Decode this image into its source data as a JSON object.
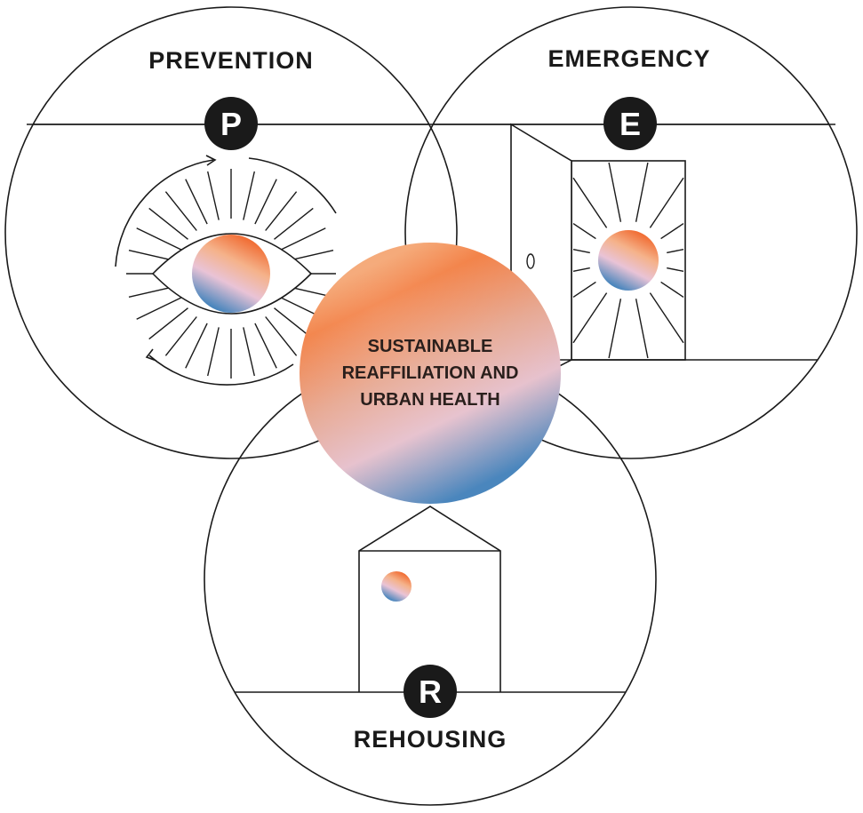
{
  "diagram": {
    "circles": {
      "prevention": {
        "title": "PREVENTION",
        "badge": "P"
      },
      "emergency": {
        "title": "EMERGENCY",
        "badge": "E"
      },
      "rehousing": {
        "title": "REHOUSING",
        "badge": "R"
      }
    },
    "center": {
      "lines": [
        "SUSTAINABLE",
        "REAFFILIATION AND",
        "URBAN HEALTH"
      ]
    },
    "colors": {
      "line": "#1a1a1a",
      "badge_fill": "#1a1a1a",
      "gradient_orange": "#f0652a",
      "gradient_peach": "#f5b28a",
      "gradient_pink": "#e9c3d6",
      "gradient_blue": "#4a86bd"
    }
  }
}
